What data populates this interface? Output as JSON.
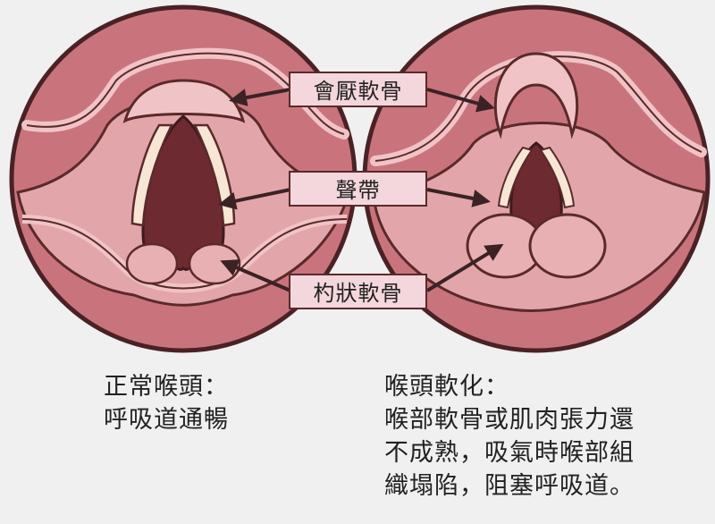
{
  "labels": {
    "epiglottis": "會厭軟骨",
    "vocal_cords": "聲帶",
    "arytenoid": "杓狀軟骨"
  },
  "captions": {
    "normal_title": "正常喉頭：",
    "normal_desc": "呼吸道通暢",
    "soft_title": "喉頭軟化：",
    "soft_line1": "喉部軟骨或肌肉張力還",
    "soft_line2": "不成熟，吸氣時喉部組",
    "soft_line3": "織塌陷，阻塞呼吸道。"
  },
  "colors": {
    "background": "#f0f0f0",
    "outer_tissue": "#c9747c",
    "inner_tissue": "#e2a6aa",
    "light_tissue": "#f0c4c6",
    "airway": "#6e2a31",
    "vocal_cord": "#f7e6d4",
    "outline": "#5a2a2a",
    "label_fill": "#f4d7dc"
  }
}
